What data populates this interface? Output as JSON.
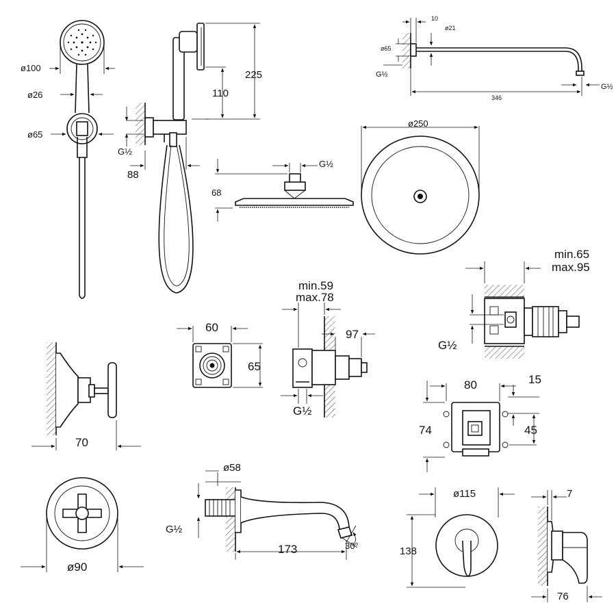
{
  "handshower": {
    "d100": "ø100",
    "d26": "ø26",
    "d65": "ø65"
  },
  "wall_handshower": {
    "h225": "225",
    "h110": "110",
    "d88": "88",
    "g12": "G½"
  },
  "shower_arm": {
    "d10": "10",
    "d21": "ø21",
    "d65": "ø65",
    "g12_left": "G½",
    "l346": "346",
    "g12_right": "G½"
  },
  "shower_head_side": {
    "h68": "68",
    "g12": "G½"
  },
  "shower_head_top": {
    "d250": "ø250"
  },
  "box_top_right": {
    "min": "min.65",
    "max": "max.95",
    "g12": "G½"
  },
  "box_small_front": {
    "w60": "60",
    "h65": "65"
  },
  "box_small_side": {
    "min": "min.59",
    "max": "max.78",
    "d97": "97",
    "g12": "G½"
  },
  "box_square": {
    "w80": "80",
    "d15": "15",
    "h74": "74",
    "h45": "45"
  },
  "valve_side": {
    "d70": "70"
  },
  "valve_front": {
    "d90": "ø90"
  },
  "spout": {
    "d58": "ø58",
    "g12": "G½",
    "l173": "173",
    "angle": "30°"
  },
  "mixer": {
    "d115": "ø115",
    "h138": "138",
    "d7": "7",
    "d76": "76"
  }
}
